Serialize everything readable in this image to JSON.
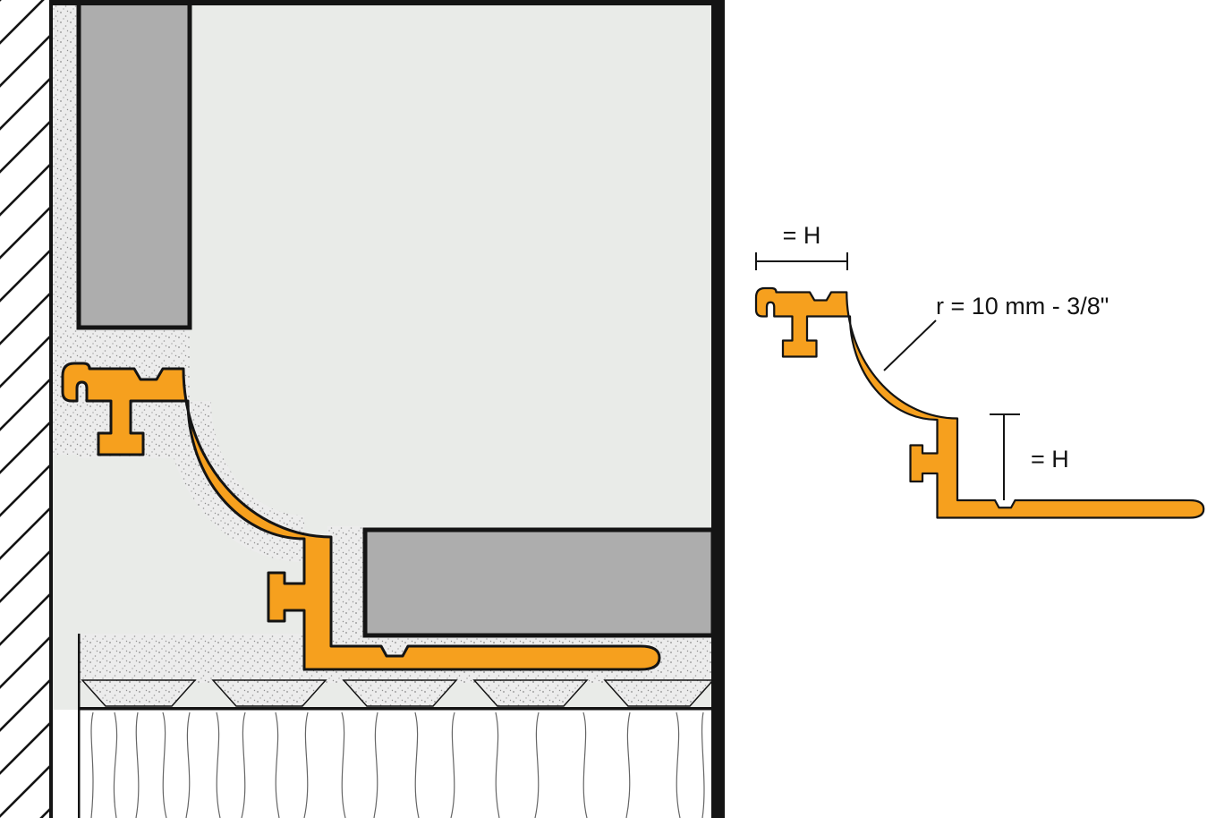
{
  "detail_view": {
    "top_width_dimension": "= H",
    "radius_label": "r = 10 mm - 3/8\"",
    "height_dimension": "= H"
  },
  "colors": {
    "profile_orange": "#F6A01E",
    "tile_gray": "#ADADAD",
    "surface_gray": "#E9EBE8",
    "line_black": "#141414"
  }
}
